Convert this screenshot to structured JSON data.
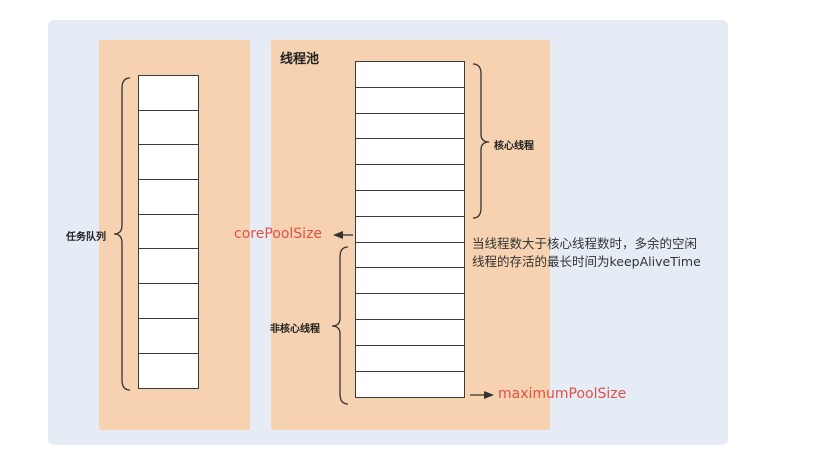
{
  "diagram": {
    "queue_label": "任务队列",
    "pool_title": "线程池",
    "core_label": "核心线程",
    "noncore_label": "非核心线程",
    "core_pool_size": "corePoolSize",
    "maximum_pool_size": "maximumPoolSize",
    "note_line1": "当线程数大于核心线程数时，多余的空闲",
    "note_line2": "线程的存活的最长时间为keepAliveTime",
    "queue_cells": 9,
    "pool_cells": 13,
    "colors": {
      "panel": "#e6ecf6",
      "column": "#f6d2b0",
      "accent_red": "#e0504a"
    }
  }
}
